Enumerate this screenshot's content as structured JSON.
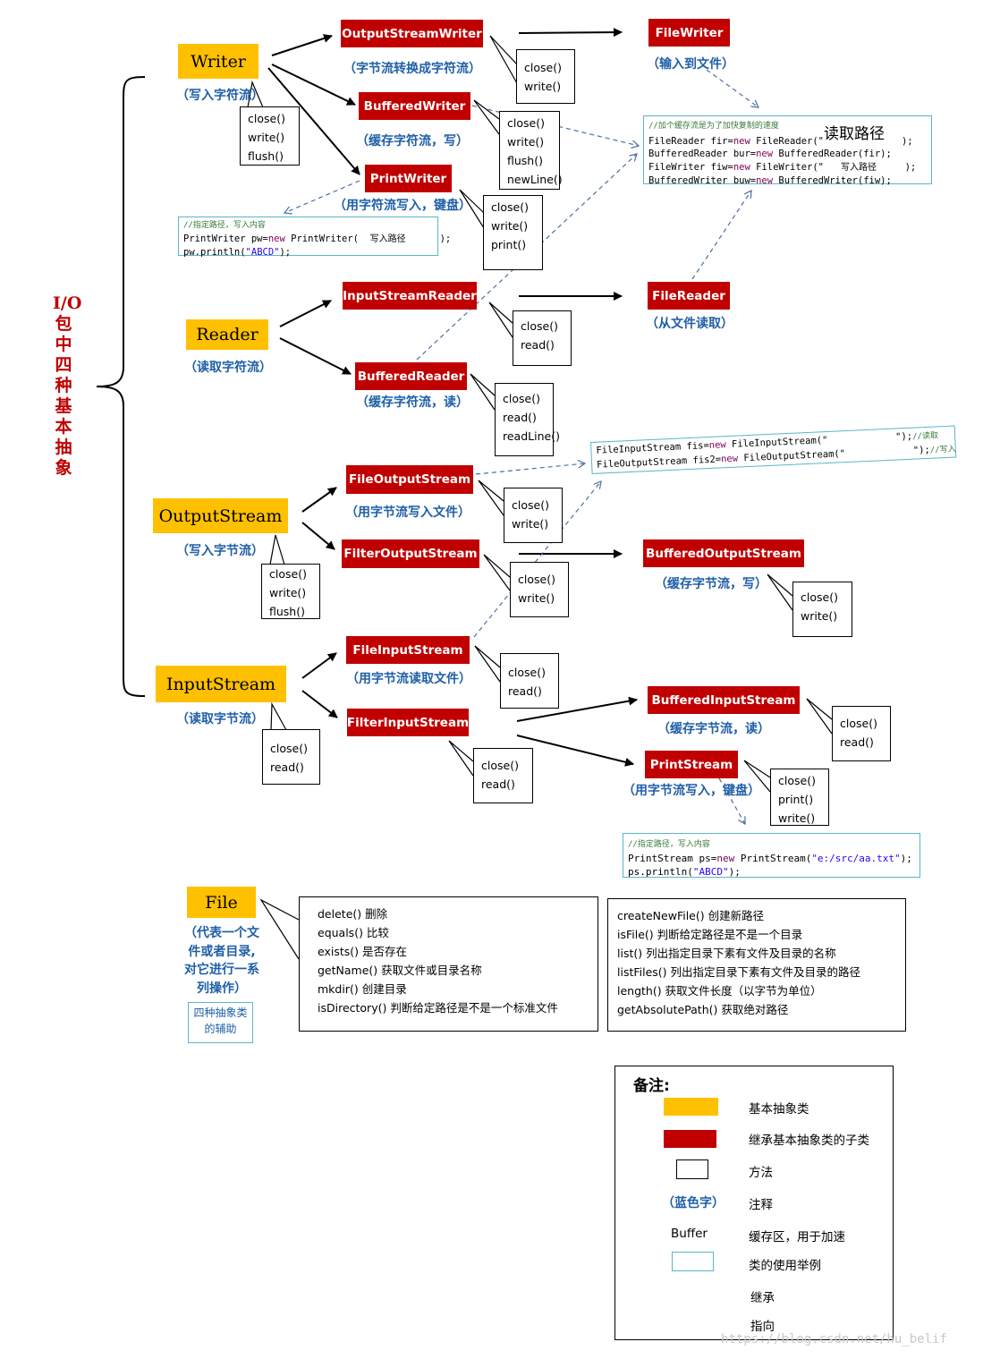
{
  "title": "I/O包中四种基本抽象",
  "bases": {
    "writer": {
      "name": "Writer",
      "note": "（写入字符流）",
      "methods": [
        "close()",
        "write()",
        "flush()"
      ]
    },
    "reader": {
      "name": "Reader",
      "note": "（读取字符流）"
    },
    "outputstream": {
      "name": "OutputStream",
      "note": "（写入字节流）",
      "methods": [
        "close()",
        "write()",
        "flush()"
      ]
    },
    "inputstream": {
      "name": "InputStream",
      "note": "（读取字节流）",
      "methods": [
        "close()",
        "read()"
      ]
    }
  },
  "classes": {
    "outputstreamwriter": {
      "name": "OutputStreamWriter",
      "note": "（字节流转换成字符流）",
      "methods": [
        "close()",
        "write()"
      ]
    },
    "filewriter": {
      "name": "FileWriter",
      "note": "（输入到文件）"
    },
    "bufferedwriter": {
      "name": "BufferedWriter",
      "note": "（缓存字符流，写）",
      "methods": [
        "close()",
        "write()",
        "flush()",
        "newLine()"
      ]
    },
    "printwriter": {
      "name": "PrintWriter",
      "note": "（用字符流写入，键盘）",
      "methods": [
        "close()",
        "write()",
        "print()"
      ]
    },
    "inputstreamreader": {
      "name": "InputStreamReader",
      "methods": [
        "close()",
        "read()"
      ]
    },
    "filereader": {
      "name": "FileReader",
      "note": "（从文件读取）"
    },
    "bufferedreader": {
      "name": "BufferedReader",
      "note": "（缓存字符流，读）",
      "methods": [
        "close()",
        "read()",
        "readLine()"
      ]
    },
    "fileoutputstream": {
      "name": "FileOutputStream",
      "note": "（用字节流写入文件）",
      "methods": [
        "close()",
        "write()"
      ]
    },
    "filteroutputstream": {
      "name": "FilterOutputStream",
      "methods": [
        "close()",
        "write()"
      ]
    },
    "bufferedoutputstream": {
      "name": "BufferedOutputStream",
      "note": "（缓存字节流，写）",
      "methods": [
        "close()",
        "write()"
      ]
    },
    "fileinputstream": {
      "name": "FileInputStream",
      "note": "（用字节流读取文件）",
      "methods": [
        "close()",
        "read()"
      ]
    },
    "filterinputstream": {
      "name": "FilterInputStream",
      "methods": [
        "close()",
        "read()"
      ]
    },
    "bufferedinputstream": {
      "name": "BufferedInputStream",
      "note": "（缓存字节流，读）",
      "methods": [
        "close()",
        "read()"
      ]
    },
    "printstream": {
      "name": "PrintStream",
      "note": "（用字节流写入，键盘）",
      "methods": [
        "close()",
        "print()",
        "write()"
      ]
    }
  },
  "code": {
    "printwriter": {
      "comment": "//指定路径，写入内容",
      "l1a": "PrintWriter pw=",
      "l1kw": "new",
      "l1b": " PrintWriter(",
      "l1ph": "写入路径",
      "l1c": ");",
      "l2a": "pw.println(",
      "l2s": "\"ABCD\"",
      "l2b": ");"
    },
    "reader_writer": {
      "comment": "//加个缓存流是为了加快复制的速度",
      "l1a": "FileReader fir=",
      "l1kw": "new",
      "l1b": " FileReader(\"",
      "l1ph": "读取路径",
      "l1c": ");",
      "l2a": "BufferedReader bur=",
      "l2kw": "new",
      "l2b": " BufferedReader(fir);",
      "l3a": "FileWriter fiw=",
      "l3kw": "new",
      "l3b": " FileWriter(\"",
      "l3ph": "写入路径",
      "l3c": ");",
      "l4a": "BufferedWriter buw=",
      "l4kw": "new",
      "l4b": " BufferedWriter(fiw);"
    },
    "fileio": {
      "l1a": "FileInputStream fis=",
      "l1kw": "new",
      "l1b": " FileInputStream(\"",
      "l1c": "\");",
      "l1cm": "//读取",
      "l2a": "FileOutputStream fis2=",
      "l2kw": "new",
      "l2b": " FileOutputStream(\"",
      "l2c": "\");",
      "l2cm": "//写入"
    },
    "printstream": {
      "comment": "//指定路径，写入内容",
      "l1a": "PrintStream ps=",
      "l1kw": "new",
      "l1b": " PrintStream(",
      "l1s": "\"e:/src/aa.txt\"",
      "l1c": ");",
      "l2a": "ps.println(",
      "l2s": "\"ABCD\"",
      "l2b": ");"
    }
  },
  "file": {
    "name": "File",
    "note": "（代表一个文件或者目录,对它进行一系列操作）",
    "aux": "四种抽象类的辅助",
    "methods_left": [
      "delete()  删除",
      "equals()  比较",
      "exists()  是否存在",
      "getName()  获取文件或目录名称",
      "mkdir()  创建目录",
      "isDirectory()  判断给定路径是不是一个标准文件"
    ],
    "methods_right": [
      "createNewFile()  创建新路径",
      "isFile()  判断给定路径是不是一个目录",
      "list()  列出指定目录下素有文件及目录的名称",
      "listFiles()  列出指定目录下素有文件及目录的路径",
      "length()  获取文件长度（以字节为单位）",
      "getAbsolutePath()  获取绝对路径"
    ]
  },
  "legend": {
    "title": "备注:",
    "items": {
      "base": "基本抽象类",
      "sub": "继承基本抽象类的子类",
      "method": "方法",
      "note_sample": "（蓝色字）",
      "note": "注释",
      "buffer_word": "Buffer",
      "buffer": "缓存区，用于加速",
      "example": "类的使用举例",
      "inherit": "继承",
      "point": "指向"
    }
  },
  "watermark": "https://blog.csdn.net/hu_belif",
  "colors": {
    "base": "#ffc000",
    "sub": "#c00000",
    "note": "#1f5fa8",
    "example_border": "#5bb5c9",
    "dashed": "#4a6fa5",
    "title": "#c00000"
  }
}
